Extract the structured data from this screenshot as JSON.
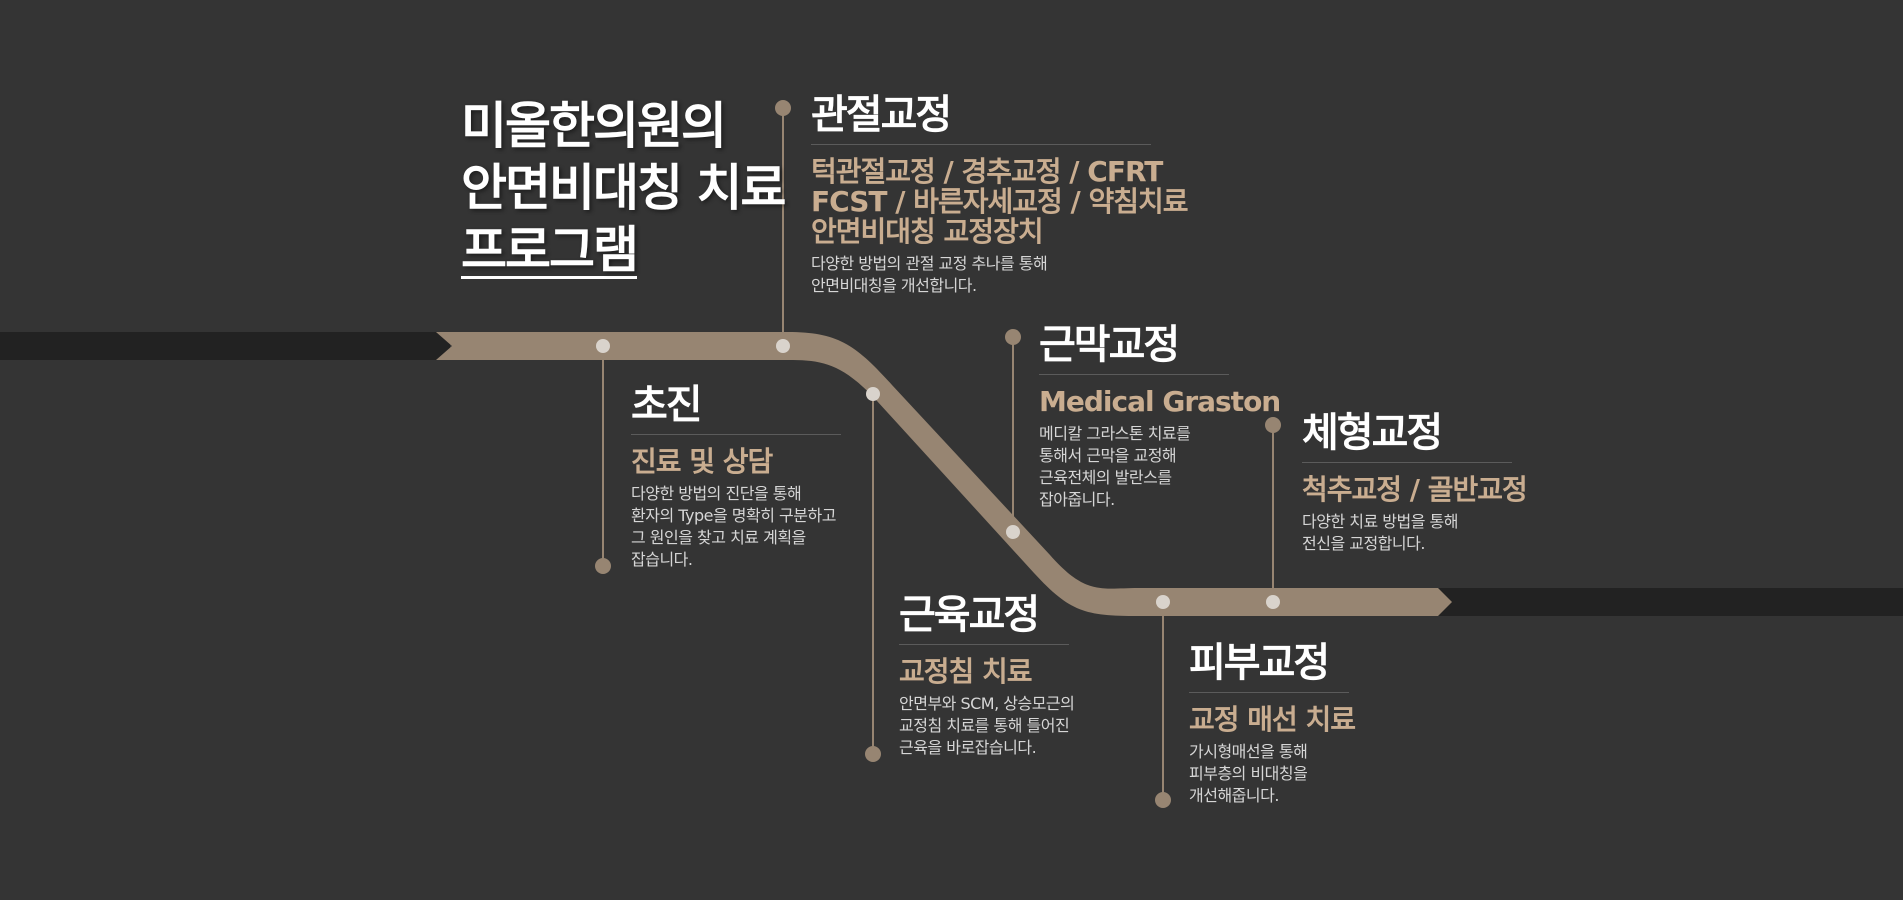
{
  "title": {
    "line1": "미올한의원의",
    "line2": "안면비대칭 치료",
    "line3": "프로그램"
  },
  "stations": [
    {
      "id": "chojin",
      "title": "초진",
      "subtitle": "진료 및 상담",
      "description": [
        "다양한 방법의 진단을 통해",
        "환자의 Type을 명확히 구분하고",
        "그 원인을 찾고 치료 계획을",
        "잡습니다."
      ]
    },
    {
      "id": "gwanjeol",
      "title": "관절교정",
      "subtitle": "턱관절교정 / 경추교정 / CFRT\nFCST / 바른자세교정 / 약침치료\n안면비대칭 교정장치",
      "description": [
        "다양한 방법의 관절 교정 추나를 통해",
        "안면비대칭을 개선합니다."
      ]
    },
    {
      "id": "geunyuk",
      "title": "근육교정",
      "subtitle": "교정침 치료",
      "description": [
        "안면부와 SCM, 상승모근의",
        "교정침 치료를 통해 틀어진",
        "근육을 바로잡습니다."
      ]
    },
    {
      "id": "geunmak",
      "title": "근막교정",
      "subtitle": "Medical Graston",
      "description": [
        "메디칼 그라스톤 치료를",
        "통해서 근막을 교정해",
        "근육전체의 발란스를",
        "잡아줍니다."
      ]
    },
    {
      "id": "pibu",
      "title": "피부교정",
      "subtitle": "교정 매선 치료",
      "description": [
        "가시형매선을 통해",
        "피부층의 비대칭을",
        "개선해줍니다."
      ]
    },
    {
      "id": "chehyeong",
      "title": "체형교정",
      "subtitle": "척추교정 / 골반교정",
      "description": [
        "다양한 치료 방법을 통해",
        "전신을 교정합니다."
      ]
    }
  ],
  "colors": {
    "background": "#343434",
    "track": "#978572",
    "dark_band": "#222222",
    "accent_text": "#c9ad90",
    "node": "#d9d3cc",
    "pin": "#978572"
  }
}
